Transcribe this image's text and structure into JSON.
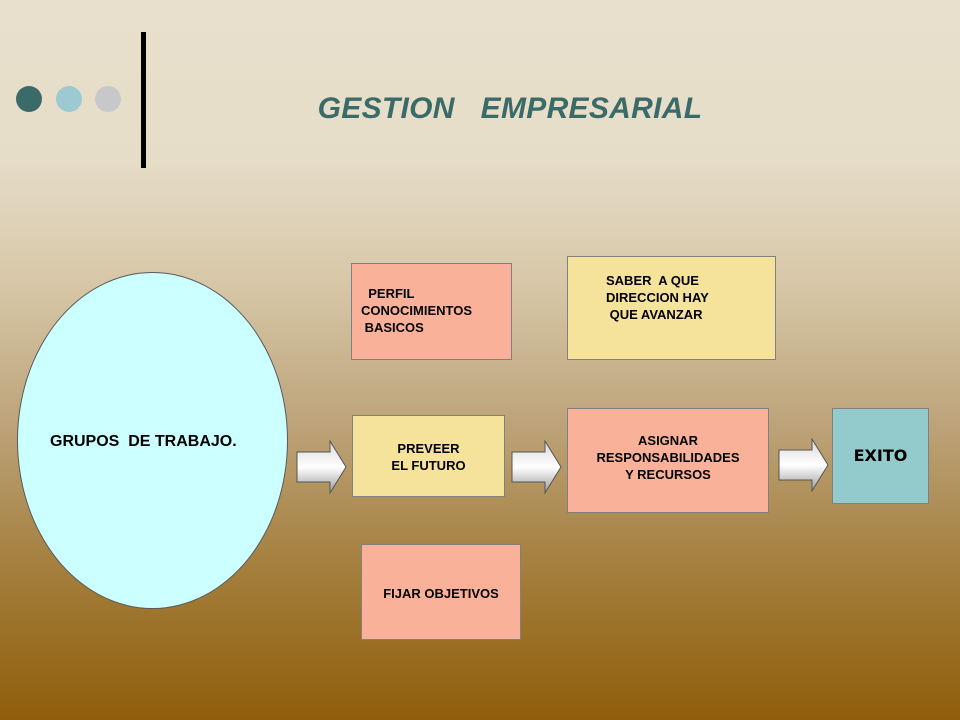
{
  "title": "GESTION   EMPRESARIAL",
  "center": {
    "label": "GRUPOS  DE TRABAJO."
  },
  "boxes": {
    "perfil": "  PERFIL\nCONOCIMIENTOS\n BASICOS",
    "saber": "SABER  A QUE\nDIRECCION HAY\n QUE AVANZAR",
    "preveer": "PREVEER\nEL FUTURO",
    "asignar": "ASIGNAR\nRESPONSABILIDADES\nY RECURSOS",
    "exito": "EXITO",
    "fijar": "FIJAR OBJETIVOS"
  },
  "colors": {
    "title": "#3b6b68",
    "salmon": "#f9b299",
    "yellow": "#f5e29b",
    "teal": "#93cacb",
    "ellipse": "#ccffff",
    "dot_dark": "#3b6b68",
    "dot_light_blue": "#9cc9d2",
    "dot_grey": "#c6c8ca"
  }
}
